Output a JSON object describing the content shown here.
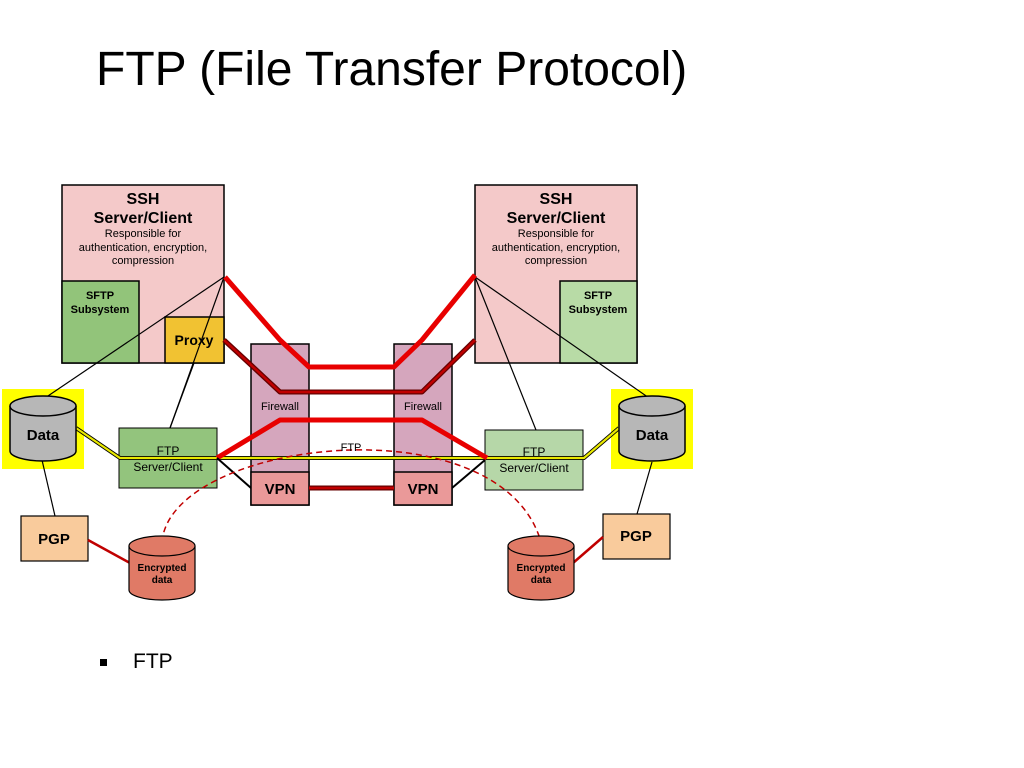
{
  "slide": {
    "title": "FTP (File Transfer Protocol)",
    "bullets": [
      "FTP"
    ]
  },
  "diagram": {
    "ssh_title_1": "SSH",
    "ssh_title_2": "Server/Client",
    "ssh_desc_1": "Responsible for",
    "ssh_desc_2": "authentication, encryption,",
    "ssh_desc_3": "compression",
    "sftp_1": "SFTP",
    "sftp_2": "Subsystem",
    "proxy": "Proxy",
    "firewall": "Firewall",
    "vpn": "VPN",
    "ftp_label": "FTP",
    "ftp_server_1": "FTP",
    "ftp_server_2": "Server/Client",
    "data": "Data",
    "pgp": "PGP",
    "encrypted_1": "Encrypted",
    "encrypted_2": "data"
  },
  "colors": {
    "ssh_box": "#f4c9c9",
    "sftp_left": "#92c47a",
    "sftp_right": "#b8dba6",
    "proxy": "#f1c232",
    "firewall": "#d5a6bd",
    "vpn": "#ea9999",
    "ftp_left": "#93c47d",
    "ftp_right": "#b6d7a8",
    "data_highlight": "#ffff00",
    "data_cylinder": "#b7b7b7",
    "pgp": "#f9cb9c",
    "encrypted": "#e07a66",
    "red_line": "#e80000",
    "dark_red_line": "#660000",
    "yellow_line": "#e8e800"
  }
}
